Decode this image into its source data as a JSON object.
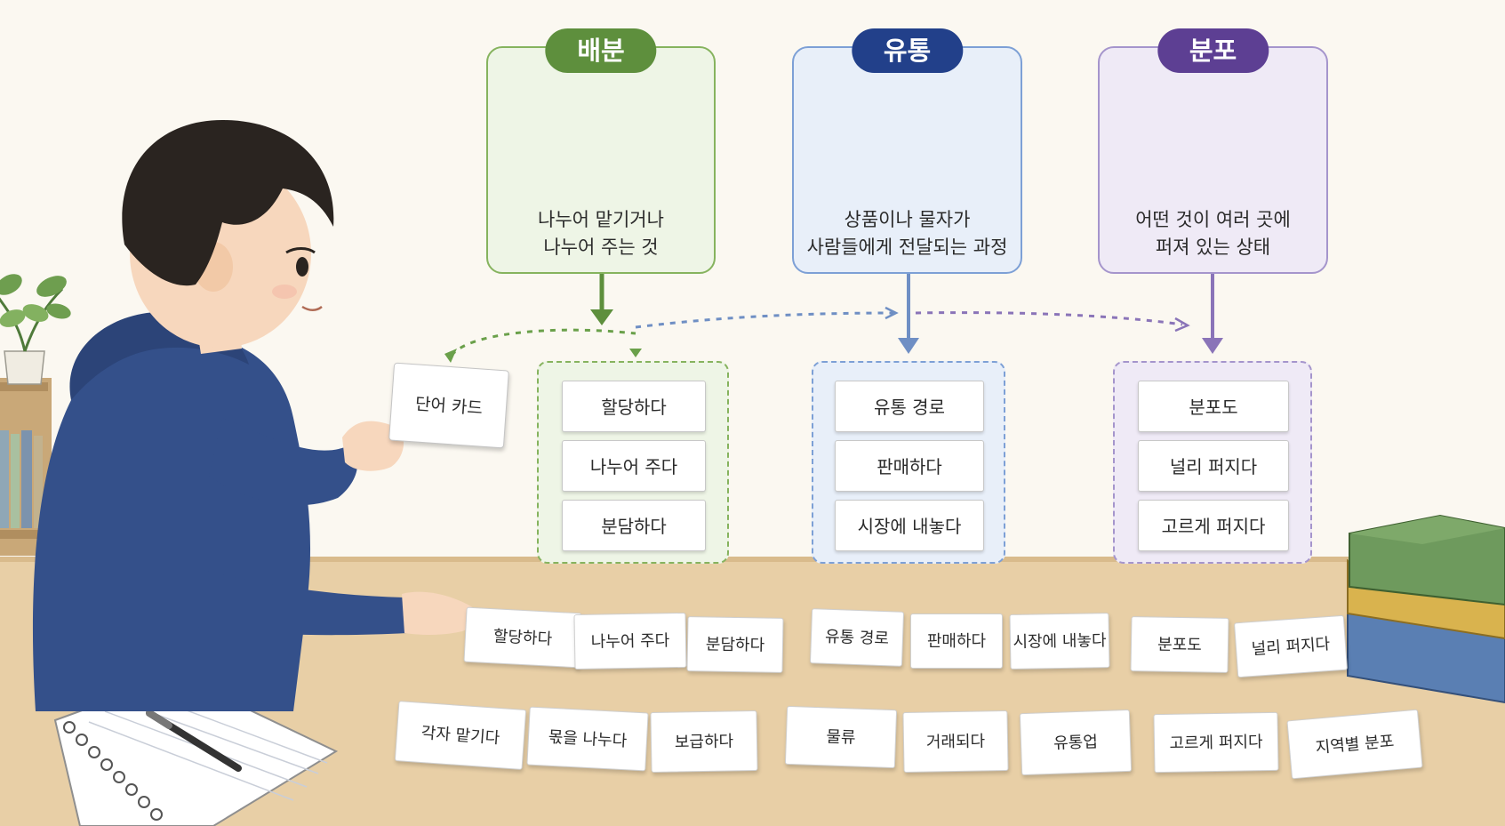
{
  "categories": [
    {
      "key": "bae",
      "title": "배분",
      "description": [
        "나누어 맡기거나",
        "나누어 주는 것"
      ],
      "color": "#5e8f3d",
      "examples": [
        "할당하다",
        "나누어 주다",
        "분담하다"
      ]
    },
    {
      "key": "yu",
      "title": "유통",
      "description": [
        "상품이나 물자가",
        "사람들에게 전달되는 과정"
      ],
      "color": "#22408a",
      "examples": [
        "유통 경로",
        "판매하다",
        "시장에 내놓다"
      ]
    },
    {
      "key": "bun",
      "title": "분포",
      "description": [
        "어떤 것이 여러 곳에",
        "퍼져 있는 상태"
      ],
      "color": "#5d3f93",
      "examples": [
        "분포도",
        "널리 퍼지다",
        "고르게 퍼지다"
      ]
    }
  ],
  "held_card": "단어 카드",
  "table_cards": {
    "row1": [
      "할당하다",
      "나누어 주다",
      "분담하다",
      "유통 경로",
      "판매하다",
      "시장에 내놓다",
      "분포도",
      "널리 퍼지다"
    ],
    "row2": [
      "각자 맡기다",
      "몫을 나누다",
      "보급하다",
      "물류",
      "거래되다",
      "유통업",
      "고르게 퍼지다",
      "지역별 분포"
    ]
  }
}
